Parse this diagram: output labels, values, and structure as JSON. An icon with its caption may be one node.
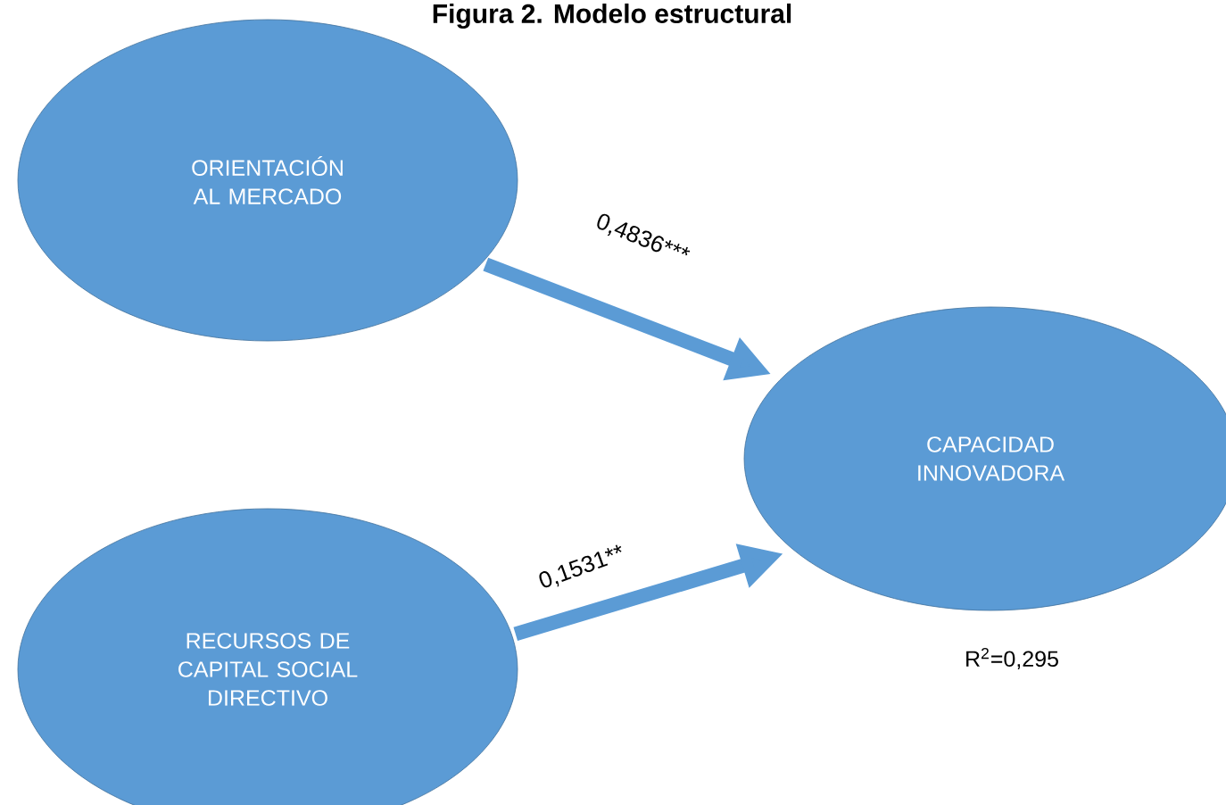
{
  "diagram": {
    "title": "Figura 2. Modelo estructural",
    "nodes": [
      {
        "text": [
          "ORIENTACIÓN AL MERCADO"
        ]
      },
      {
        "text": [
          "CAPACIDAD INNOVADORA"
        ],
        "beside": [
          "R$^{2}$=0,295"
        ]
      },
      {
        "text": [
          "RECURSOS DE CAPITAL SOCIAL DIRECTIVO"
        ]
      }
    ],
    "edges": [
      {
        "from": 0,
        "to": 1,
        "arrow": "to",
        "label": "0,4836***"
      },
      {
        "from": 2,
        "to": 1,
        "arrow": "to",
        "label": "0,1531**"
      }
    ]
  }
}
